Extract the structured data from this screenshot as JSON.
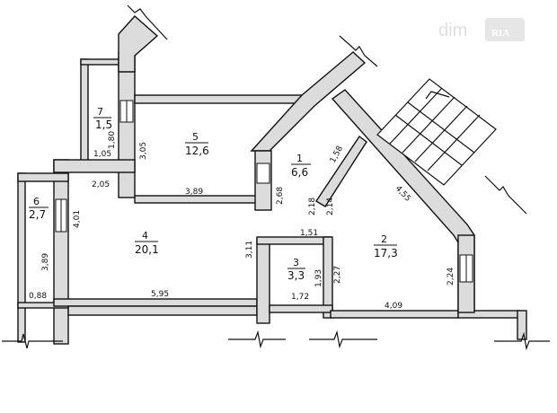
{
  "watermark": {
    "brand": "dim",
    "badge": "RIA"
  },
  "colors": {
    "wall_fill": "#dcdcdc",
    "wall_stroke": "#111111",
    "background": "#ffffff"
  },
  "rooms": [
    {
      "number": "1",
      "area": "6,6"
    },
    {
      "number": "2",
      "area": "17,3"
    },
    {
      "number": "3",
      "area": "3,3"
    },
    {
      "number": "4",
      "area": "20,1"
    },
    {
      "number": "5",
      "area": "12,6"
    },
    {
      "number": "6",
      "area": "2,7"
    },
    {
      "number": "7",
      "area": "1,5"
    }
  ],
  "dimensions": {
    "r7_width": "1,05",
    "r7_height": "1,80",
    "r5_height": "3,05",
    "r5_width": "3,89",
    "r4_top": "2,05",
    "r4_height": "4,01",
    "r4_width": "5,95",
    "r4_right": "3,11",
    "r6_height": "3,89",
    "r6_width": "0,88",
    "r1_diag": "1,58",
    "r1_left": "2,68",
    "r1_a": "2,18",
    "r1_b": "2,14",
    "r3_top": "1,51",
    "r3_height": "1,93",
    "r3_width": "1,72",
    "r2_left": "2,27",
    "r2_diag": "4,55",
    "r2_width": "4,09",
    "r2_right": "2,24"
  }
}
